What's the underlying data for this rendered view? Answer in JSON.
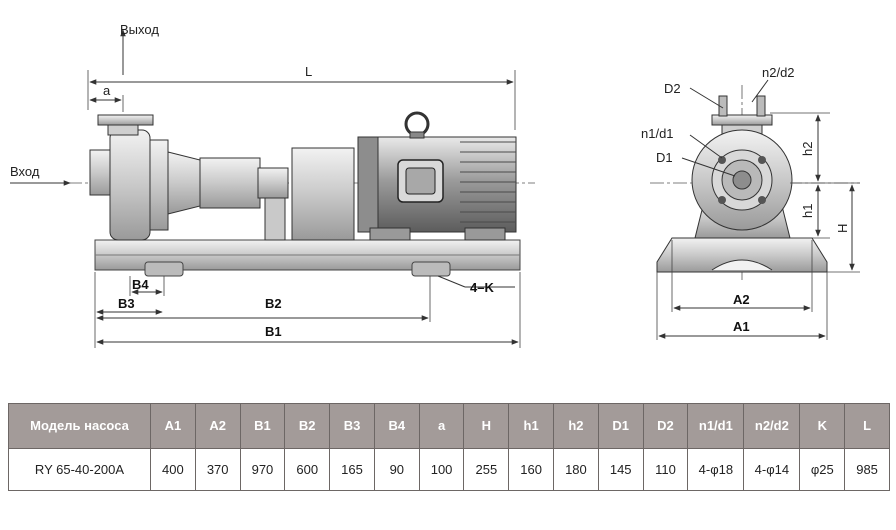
{
  "labels": {
    "outlet": "Выход",
    "inlet": "Вход",
    "L": "L",
    "a": "a",
    "B1": "B1",
    "B2": "B2",
    "B3": "B3",
    "B4": "B4",
    "K": "4–K",
    "A1": "A1",
    "A2": "A2",
    "D1": "D1",
    "D2": "D2",
    "n1d1": "n1/d1",
    "n2d2": "n2/d2",
    "h1": "h1",
    "h2": "h2",
    "H": "H"
  },
  "table": {
    "headers": [
      "Модель насоса",
      "A1",
      "A2",
      "B1",
      "B2",
      "B3",
      "B4",
      "a",
      "H",
      "h1",
      "h2",
      "D1",
      "D2",
      "n1/d1",
      "n2/d2",
      "K",
      "L"
    ],
    "rows": [
      [
        "RY 65-40-200A",
        "400",
        "370",
        "970",
        "600",
        "165",
        "90",
        "100",
        "255",
        "160",
        "180",
        "145",
        "110",
        "4-φ18",
        "4-φ14",
        "φ25",
        "985"
      ]
    ]
  }
}
